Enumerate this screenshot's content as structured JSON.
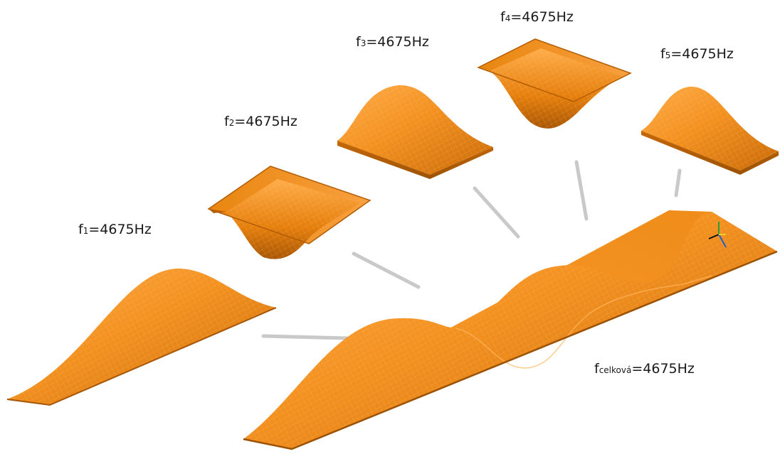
{
  "labels": {
    "mode1": {
      "symbol": "f",
      "sub": "1",
      "value": "=4675Hz"
    },
    "mode2": {
      "symbol": "f",
      "sub": "2",
      "value": "=4675Hz"
    },
    "mode3": {
      "symbol": "f",
      "sub": "3",
      "value": "=4675Hz"
    },
    "mode4": {
      "symbol": "f",
      "sub": "4",
      "value": "=4675Hz"
    },
    "mode5": {
      "symbol": "f",
      "sub": "5",
      "value": "=4675Hz"
    },
    "total": {
      "symbol": "f",
      "sub": "celková",
      "value": "=4675Hz"
    }
  },
  "colors": {
    "surface_light": "#ff9d2e",
    "surface_mid": "#f08a16",
    "surface_dark": "#b85f06",
    "mesh": "#ffc27a",
    "connector": "#c8c8c8"
  }
}
